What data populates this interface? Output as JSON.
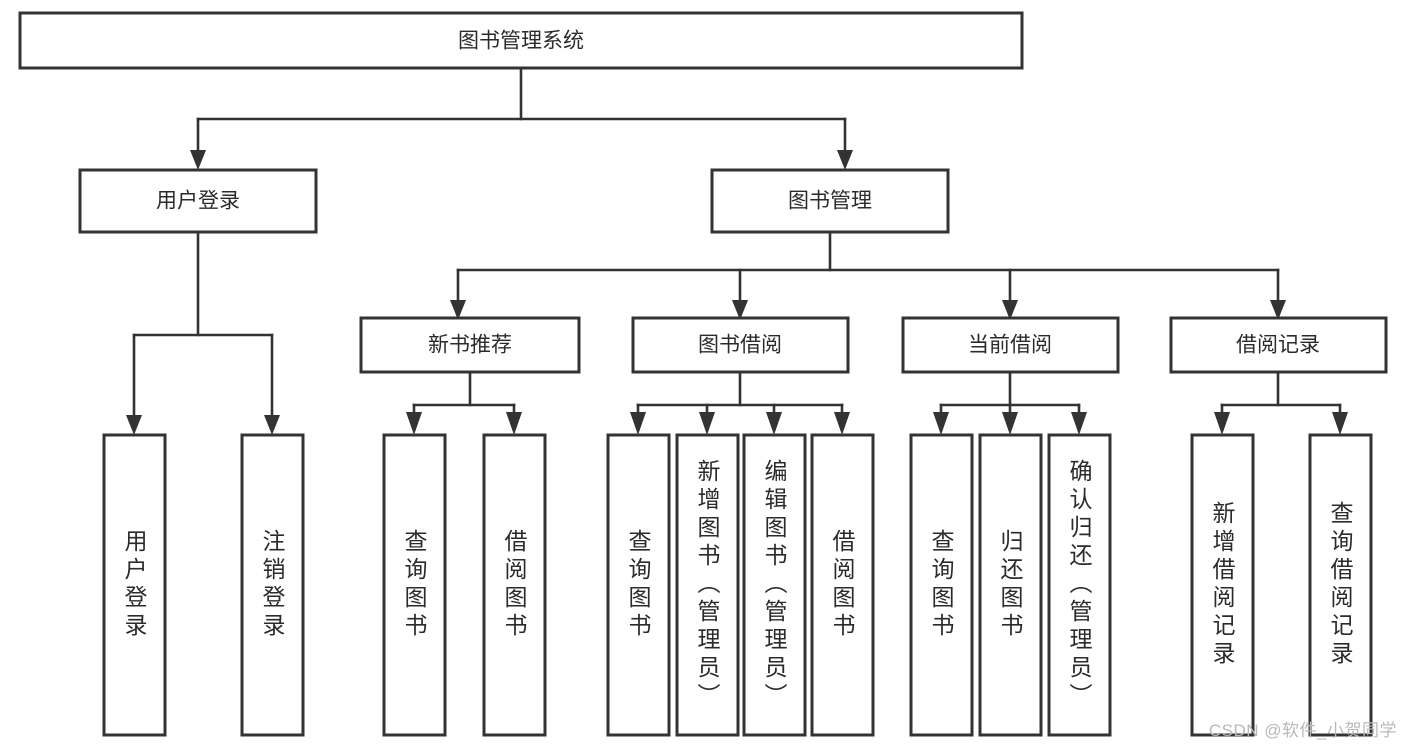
{
  "diagram": {
    "type": "hierarchy-tree",
    "title": "图书管理系统",
    "watermark": "CSDN @软件_小贺同学",
    "colors": {
      "stroke": "#333333",
      "fill": "#ffffff",
      "text": "#2b2b2b",
      "watermark": "#b9b9b9"
    },
    "root": {
      "label": "图书管理系统",
      "orientation": "horizontal"
    },
    "level2": [
      {
        "label": "用户登录",
        "orientation": "horizontal"
      },
      {
        "label": "图书管理",
        "orientation": "horizontal"
      }
    ],
    "level3": [
      {
        "label": "新书推荐",
        "orientation": "horizontal"
      },
      {
        "label": "图书借阅",
        "orientation": "horizontal"
      },
      {
        "label": "当前借阅",
        "orientation": "horizontal"
      },
      {
        "label": "借阅记录",
        "orientation": "horizontal"
      }
    ],
    "leaves": {
      "user_login": [
        {
          "label": "用户登录",
          "orientation": "vertical"
        },
        {
          "label": "注销登录",
          "orientation": "vertical"
        }
      ],
      "new_book_recommend": [
        {
          "label": "查询图书",
          "orientation": "vertical"
        },
        {
          "label": "借阅图书",
          "orientation": "vertical"
        }
      ],
      "book_borrow": [
        {
          "label": "查询图书",
          "orientation": "vertical"
        },
        {
          "label": "新增图书（管理员）",
          "orientation": "vertical"
        },
        {
          "label": "编辑图书（管理员）",
          "orientation": "vertical"
        },
        {
          "label": "借阅图书",
          "orientation": "vertical"
        }
      ],
      "current_borrow": [
        {
          "label": "查询图书",
          "orientation": "vertical"
        },
        {
          "label": "归还图书",
          "orientation": "vertical"
        },
        {
          "label": "确认归还（管理员）",
          "orientation": "vertical"
        }
      ],
      "borrow_record": [
        {
          "label": "新增借阅记录",
          "orientation": "vertical"
        },
        {
          "label": "查询借阅记录",
          "orientation": "vertical"
        }
      ]
    }
  }
}
